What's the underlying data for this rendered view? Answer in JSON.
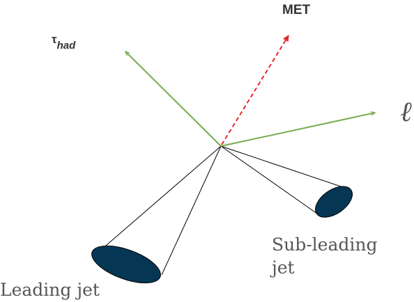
{
  "labels": {
    "met": "MET",
    "lepton": "ℓ",
    "tau_symbol": "τ",
    "tau_subscript": "had",
    "leading_jet": "Leading jet",
    "subleading_jet_line1": "Sub-leading",
    "subleading_jet_line2": "jet"
  },
  "colors": {
    "met_arrow": "#e8262b",
    "tau_arrow": "#76ab4f",
    "lepton_arrow": "#76ab4f",
    "jet_fill": "#053754",
    "jet_edge": "#000000",
    "cone_line": "#000000",
    "text_dark": "#333333",
    "text_jet": "#555555"
  }
}
